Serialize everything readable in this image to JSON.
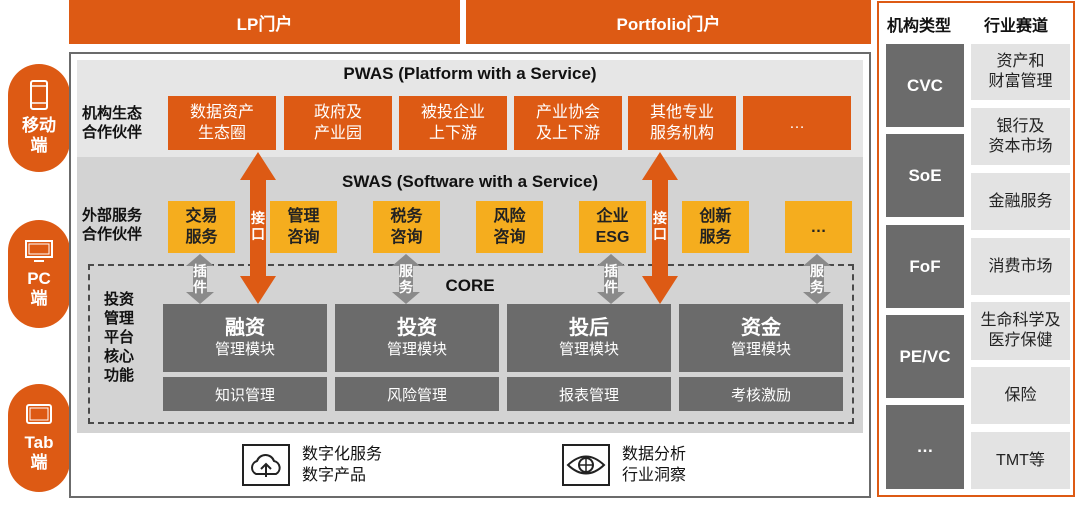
{
  "devices": [
    {
      "line1": "移动",
      "line2": "端",
      "icon": "mobile-phone-icon"
    },
    {
      "line1": "PC",
      "line2": "端",
      "icon": "pc-monitor-icon"
    },
    {
      "line1": "Tab",
      "line2": "端",
      "icon": "tablet-icon"
    }
  ],
  "portals": {
    "lp": "LP门户",
    "portfolio": "Portfolio门户"
  },
  "pwas": {
    "title": "PWAS (Platform with a Service)",
    "side_label": [
      "机构生态",
      "合作伙伴"
    ],
    "partners": [
      [
        "数据资产",
        "生态圈"
      ],
      [
        "政府及",
        "产业园"
      ],
      [
        "被投企业",
        "上下游"
      ],
      [
        "产业协会",
        "及上下游"
      ],
      [
        "其他专业",
        "服务机构"
      ],
      [
        "…",
        ""
      ]
    ]
  },
  "swas": {
    "title": "SWAS (Software with a Service)",
    "side_label": [
      "外部服务",
      "合作伙伴"
    ],
    "services": [
      [
        "交易",
        "服务"
      ],
      [
        "管理",
        "咨询"
      ],
      [
        "税务",
        "咨询"
      ],
      [
        "风险",
        "咨询"
      ],
      [
        "企业",
        "ESG"
      ],
      [
        "创新",
        "服务"
      ],
      [
        "…",
        ""
      ]
    ]
  },
  "connectors": {
    "interface_left": [
      "接",
      "口"
    ],
    "interface_right": [
      "接",
      "口"
    ],
    "plugin_1": [
      "插",
      "件"
    ],
    "service_1": [
      "服",
      "务"
    ],
    "plugin_2": [
      "插",
      "件"
    ],
    "service_2": [
      "服",
      "务"
    ]
  },
  "core": {
    "title": "CORE",
    "side_label": [
      "投资",
      "管理",
      "平台",
      "核心",
      "功能"
    ],
    "modules": [
      {
        "name": "融资",
        "sub": "管理模块"
      },
      {
        "name": "投资",
        "sub": "管理模块"
      },
      {
        "name": "投后",
        "sub": "管理模块"
      },
      {
        "name": "资金",
        "sub": "管理模块"
      }
    ],
    "functions": [
      "知识管理",
      "风险管理",
      "报表管理",
      "考核激励"
    ]
  },
  "bottom": [
    {
      "icon": "cloud-upload-icon",
      "line1": "数字化服务",
      "line2": "数字产品"
    },
    {
      "icon": "eye-analytics-icon",
      "line1": "数据分析",
      "line2": "行业洞察"
    }
  ],
  "right_panel": {
    "type_header": "机构类型",
    "track_header": "行业赛道",
    "types": [
      "CVC",
      "SoE",
      "FoF",
      "PE/VC",
      "…"
    ],
    "tracks": [
      [
        "资产和",
        "财富管理"
      ],
      [
        "银行及",
        "资本市场"
      ],
      [
        "金融服务",
        ""
      ],
      [
        "消费市场",
        ""
      ],
      [
        "生命科学及",
        "医疗保健"
      ],
      [
        "保险",
        ""
      ],
      [
        "TMT等",
        ""
      ]
    ]
  },
  "colors": {
    "orange": "#dd5a14",
    "yellow": "#f5ad1e",
    "gray": "#6b6b6b",
    "light_gray": "#e3e3e3"
  }
}
